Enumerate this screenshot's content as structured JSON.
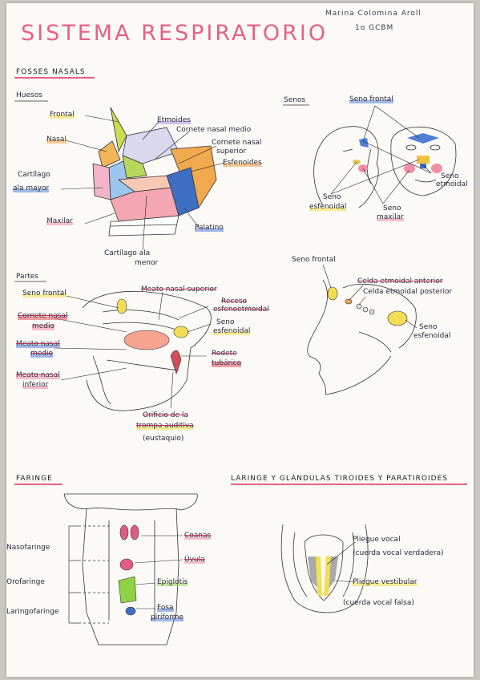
{
  "title": "SISTEMA RESPIRATORIO",
  "author": {
    "name": "Marina Colomina Aroll",
    "course": "1o GCBM"
  },
  "colors": {
    "accent": "#e95f88",
    "highlight_yellow": "#f5e15a",
    "bone_green": "#b9d65c",
    "bone_orange": "#f0a94e",
    "bone_blue": "#3f6fc4",
    "bone_pink": "#f4a7b3"
  },
  "fosas": {
    "heading": "FOSSES NASALS",
    "huesos": {
      "subtitle": "Huesos",
      "labels": {
        "frontal": "Frontal",
        "etmoides": "Etmoides",
        "cornete_medio": "Cornete nasal medio",
        "cornete_superior_1": "Cornete nasal",
        "cornete_superior_2": "superior",
        "esfenoides": "Esfenoides",
        "nasal": "Nasal",
        "cartilago_mayor_1": "Cartílago",
        "cartilago_mayor_2": "ala mayor",
        "maxilar": "Maxilar",
        "palatino": "Palatino",
        "cartilago_menor_1": "Cartílago ala",
        "cartilago_menor_2": "menor"
      }
    },
    "senos": {
      "subtitle": "Senos",
      "labels": {
        "frontal": "Seno frontal",
        "etmoidal_1": "Seno",
        "etmoidal_2": "etmoidal",
        "esfenoidal_1": "Seno",
        "esfenoidal_2": "esfenoidal",
        "maxilar_1": "Seno",
        "maxilar_2": "maxilar"
      }
    },
    "partes": {
      "subtitle": "Partes",
      "labels": {
        "seno_frontal": "Seno frontal",
        "meato_superior": "Meato nasal superior",
        "receso_1": "Receso",
        "receso_2": "esfenoetmoidal",
        "seno_esf_1": "Seno",
        "seno_esf_2": "esfenoidal",
        "cornete_medio_1": "Cornete nasal",
        "cornete_medio_2": "medio",
        "meato_medio_1": "Meato nasal",
        "meato_medio_2": "medio",
        "rodete_1": "Rodete",
        "rodete_2": "tubárico",
        "meato_inferior_1": "Meato nasal",
        "meato_inferior_2": "inferior",
        "orificio_1": "Orificio de la",
        "orificio_2": "trompa auditiva",
        "orificio_3": "(eustaquio)"
      }
    },
    "celdas": {
      "labels": {
        "seno_frontal": "Seno frontal",
        "celda_anterior": "Celda etmoidal anterior",
        "celda_posterior": "Celda etmoidal posterior",
        "seno_esf_1": "Seno",
        "seno_esf_2": "esfenoidal"
      }
    }
  },
  "faringe": {
    "heading": "FARINGE",
    "regions": [
      "Nasofaringe",
      "Orofaringe",
      "Laringofaringe"
    ],
    "labels": {
      "coanas": "Coanas",
      "uvula": "Úvula",
      "epiglotis": "Epiglotis",
      "fosa_1": "Fosa",
      "fosa_2": "piriforme"
    }
  },
  "laringe": {
    "heading": "LARINGE Y GLÁNDULAS TIROIDES Y PARATIROIDES",
    "labels": {
      "pliegue_vocal": "Pliegue vocal",
      "cuerda_verdadera": "(cuerda vocal verdadera)",
      "pliegue_vestibular": "Pliegue vestibular",
      "cuerda_falsa": "(cuerda vocal falsa)"
    }
  }
}
